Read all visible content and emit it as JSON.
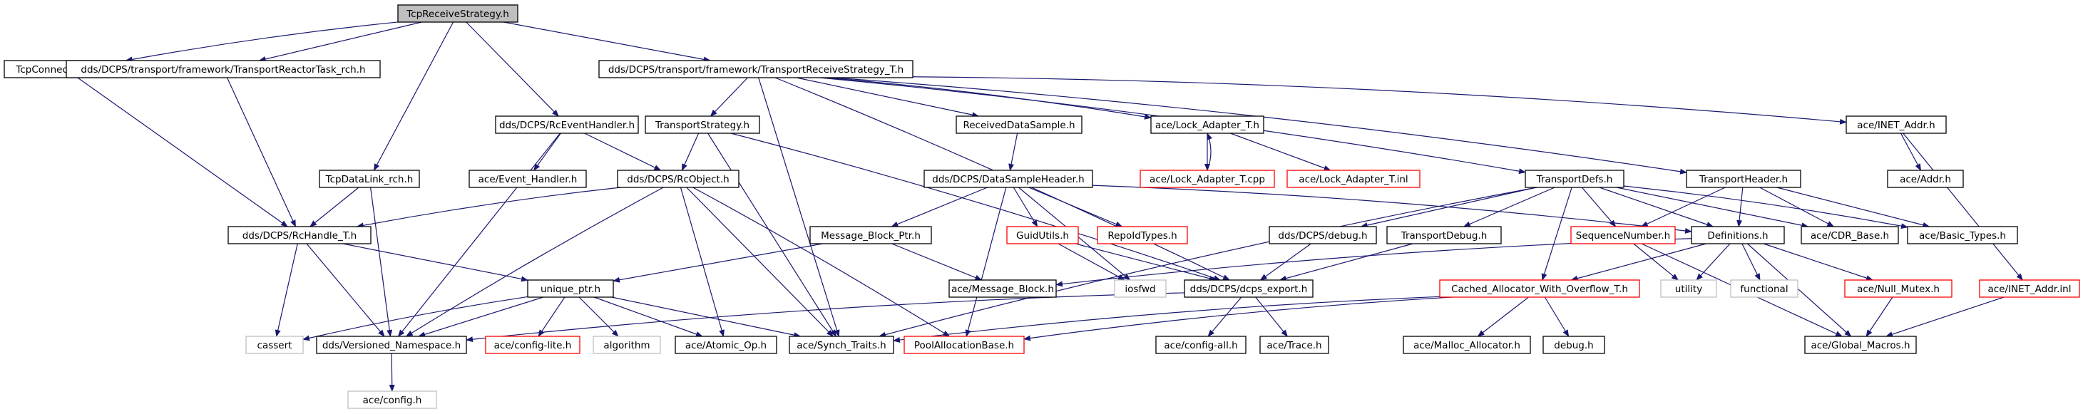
{
  "diagram": {
    "type": "include-dependency-graph",
    "colors": {
      "edge": "#191970",
      "root_fill": "#bfbfbf",
      "default_border": "#000000",
      "missing_doc_border": "#ff0000",
      "external_border": "#bfbfbf"
    },
    "nodes": [
      {
        "id": "root",
        "label": "TcpReceiveStrategy.h",
        "style": "root"
      },
      {
        "id": "tcpconn",
        "label": "TcpConnection_rch.h",
        "style": "normal"
      },
      {
        "id": "trtask",
        "label": "dds/DCPS/transport/framework/TransportReactorTask_rch.h",
        "style": "normal"
      },
      {
        "id": "trs",
        "label": "dds/DCPS/transport/framework/TransportReceiveStrategy_T.h",
        "style": "normal"
      },
      {
        "id": "rceh",
        "label": "dds/DCPS/RcEventHandler.h",
        "style": "normal"
      },
      {
        "id": "tcpdl",
        "label": "TcpDataLink_rch.h",
        "style": "normal"
      },
      {
        "id": "ts",
        "label": "TransportStrategy.h",
        "style": "normal"
      },
      {
        "id": "rds",
        "label": "ReceivedDataSample.h",
        "style": "normal"
      },
      {
        "id": "lockad",
        "label": "ace/Lock_Adapter_T.h",
        "style": "normal"
      },
      {
        "id": "inet",
        "label": "ace/INET_Addr.h",
        "style": "normal"
      },
      {
        "id": "evh",
        "label": "ace/Event_Handler.h",
        "style": "normal"
      },
      {
        "id": "rcobj",
        "label": "dds/DCPS/RcObject.h",
        "style": "normal"
      },
      {
        "id": "dsh",
        "label": "dds/DCPS/DataSampleHeader.h",
        "style": "normal"
      },
      {
        "id": "lockcpp",
        "label": "ace/Lock_Adapter_T.cpp",
        "style": "missing"
      },
      {
        "id": "lockinl",
        "label": "ace/Lock_Adapter_T.inl",
        "style": "missing"
      },
      {
        "id": "tdefs",
        "label": "TransportDefs.h",
        "style": "normal"
      },
      {
        "id": "thdr",
        "label": "TransportHeader.h",
        "style": "normal"
      },
      {
        "id": "aceaddr",
        "label": "ace/Addr.h",
        "style": "normal"
      },
      {
        "id": "rchandle",
        "label": "dds/DCPS/RcHandle_T.h",
        "style": "normal"
      },
      {
        "id": "mbp",
        "label": "Message_Block_Ptr.h",
        "style": "normal"
      },
      {
        "id": "guid",
        "label": "GuidUtils.h",
        "style": "missing"
      },
      {
        "id": "repoid",
        "label": "RepoIdTypes.h",
        "style": "missing"
      },
      {
        "id": "dbg",
        "label": "dds/DCPS/debug.h",
        "style": "normal"
      },
      {
        "id": "tdebug",
        "label": "TransportDebug.h",
        "style": "normal"
      },
      {
        "id": "seqnum",
        "label": "SequenceNumber.h",
        "style": "missing"
      },
      {
        "id": "defs",
        "label": "Definitions.h",
        "style": "normal"
      },
      {
        "id": "cdr",
        "label": "ace/CDR_Base.h",
        "style": "normal"
      },
      {
        "id": "basict",
        "label": "ace/Basic_Types.h",
        "style": "normal"
      },
      {
        "id": "uniq",
        "label": "unique_ptr.h",
        "style": "normal"
      },
      {
        "id": "msgblk",
        "label": "ace/Message_Block.h",
        "style": "normal"
      },
      {
        "id": "iosfwd",
        "label": "iosfwd",
        "style": "external"
      },
      {
        "id": "dcpsexp",
        "label": "dds/DCPS/dcps_export.h",
        "style": "normal"
      },
      {
        "id": "cachalloc",
        "label": "Cached_Allocator_With_Overflow_T.h",
        "style": "missing"
      },
      {
        "id": "utility",
        "label": "utility",
        "style": "external"
      },
      {
        "id": "functional",
        "label": "functional",
        "style": "external"
      },
      {
        "id": "nullmutex",
        "label": "ace/Null_Mutex.h",
        "style": "missing"
      },
      {
        "id": "inetinl",
        "label": "ace/INET_Addr.inl",
        "style": "missing"
      },
      {
        "id": "cassert",
        "label": "cassert",
        "style": "external"
      },
      {
        "id": "versioned",
        "label": "dds/Versioned_Namespace.h",
        "style": "normal"
      },
      {
        "id": "cfglite",
        "label": "ace/config-lite.h",
        "style": "missing"
      },
      {
        "id": "algorithm",
        "label": "algorithm",
        "style": "external"
      },
      {
        "id": "atomic",
        "label": "ace/Atomic_Op.h",
        "style": "normal"
      },
      {
        "id": "synch",
        "label": "ace/Synch_Traits.h",
        "style": "normal"
      },
      {
        "id": "pab",
        "label": "PoolAllocationBase.h",
        "style": "missing"
      },
      {
        "id": "cfgall",
        "label": "ace/config-all.h",
        "style": "normal"
      },
      {
        "id": "trace",
        "label": "ace/Trace.h",
        "style": "normal"
      },
      {
        "id": "malloc",
        "label": "ace/Malloc_Allocator.h",
        "style": "normal"
      },
      {
        "id": "debugh",
        "label": "debug.h",
        "style": "normal"
      },
      {
        "id": "gmacros",
        "label": "ace/Global_Macros.h",
        "style": "normal"
      },
      {
        "id": "config",
        "label": "ace/config.h",
        "style": "external"
      }
    ],
    "edges": [
      [
        "root",
        "tcpconn"
      ],
      [
        "root",
        "trtask"
      ],
      [
        "root",
        "trs"
      ],
      [
        "root",
        "rceh"
      ],
      [
        "root",
        "tcpdl"
      ],
      [
        "tcpconn",
        "rchandle"
      ],
      [
        "trtask",
        "rchandle"
      ],
      [
        "trs",
        "ts"
      ],
      [
        "trs",
        "rds"
      ],
      [
        "trs",
        "lockad"
      ],
      [
        "trs",
        "inet"
      ],
      [
        "trs",
        "tdefs"
      ],
      [
        "trs",
        "thdr"
      ],
      [
        "trs",
        "synch"
      ],
      [
        "trs",
        "dcpsexp"
      ],
      [
        "rceh",
        "evh"
      ],
      [
        "rceh",
        "rcobj"
      ],
      [
        "rceh",
        "versioned"
      ],
      [
        "tcpdl",
        "rchandle"
      ],
      [
        "tcpdl",
        "versioned"
      ],
      [
        "ts",
        "rcobj"
      ],
      [
        "ts",
        "synch"
      ],
      [
        "ts",
        "dcpsexp"
      ],
      [
        "rds",
        "dsh"
      ],
      [
        "lockad",
        "lockcpp"
      ],
      [
        "lockad",
        "lockinl"
      ],
      [
        "lockcpp",
        "lockad"
      ],
      [
        "inet",
        "aceaddr"
      ],
      [
        "inet",
        "inetinl"
      ],
      [
        "rcobj",
        "rchandle"
      ],
      [
        "rcobj",
        "atomic"
      ],
      [
        "rcobj",
        "synch"
      ],
      [
        "rcobj",
        "versioned"
      ],
      [
        "rcobj",
        "pab"
      ],
      [
        "dsh",
        "mbp"
      ],
      [
        "dsh",
        "guid"
      ],
      [
        "dsh",
        "repoid"
      ],
      [
        "dsh",
        "pab"
      ],
      [
        "dsh",
        "iosfwd"
      ],
      [
        "dsh",
        "defs"
      ],
      [
        "tdefs",
        "dbg"
      ],
      [
        "tdefs",
        "tdebug"
      ],
      [
        "tdefs",
        "seqnum"
      ],
      [
        "tdefs",
        "defs"
      ],
      [
        "tdefs",
        "cdr"
      ],
      [
        "tdefs",
        "cachalloc"
      ],
      [
        "tdefs",
        "synch"
      ],
      [
        "tdefs",
        "basict"
      ],
      [
        "thdr",
        "seqnum"
      ],
      [
        "thdr",
        "defs"
      ],
      [
        "thdr",
        "cdr"
      ],
      [
        "thdr",
        "basict"
      ],
      [
        "rchandle",
        "uniq"
      ],
      [
        "rchandle",
        "cassert"
      ],
      [
        "rchandle",
        "versioned"
      ],
      [
        "mbp",
        "uniq"
      ],
      [
        "mbp",
        "msgblk"
      ],
      [
        "guid",
        "dcpsexp"
      ],
      [
        "guid",
        "iosfwd"
      ],
      [
        "dbg",
        "dcpsexp"
      ],
      [
        "tdebug",
        "dcpsexp"
      ],
      [
        "seqnum",
        "utility"
      ],
      [
        "seqnum",
        "gmacros"
      ],
      [
        "defs",
        "msgblk"
      ],
      [
        "defs",
        "utility"
      ],
      [
        "defs",
        "functional"
      ],
      [
        "defs",
        "nullmutex"
      ],
      [
        "defs",
        "cachalloc"
      ],
      [
        "defs",
        "gmacros"
      ],
      [
        "uniq",
        "cassert"
      ],
      [
        "uniq",
        "versioned"
      ],
      [
        "uniq",
        "cfglite"
      ],
      [
        "uniq",
        "algorithm"
      ],
      [
        "uniq",
        "atomic"
      ],
      [
        "uniq",
        "synch"
      ],
      [
        "dcpsexp",
        "cfgall"
      ],
      [
        "dcpsexp",
        "trace"
      ],
      [
        "dcpsexp",
        "versioned"
      ],
      [
        "cachalloc",
        "malloc"
      ],
      [
        "cachalloc",
        "debugh"
      ],
      [
        "cachalloc",
        "synch"
      ],
      [
        "cachalloc",
        "pab"
      ],
      [
        "nullmutex",
        "gmacros"
      ],
      [
        "inetinl",
        "gmacros"
      ],
      [
        "versioned",
        "config"
      ]
    ]
  }
}
